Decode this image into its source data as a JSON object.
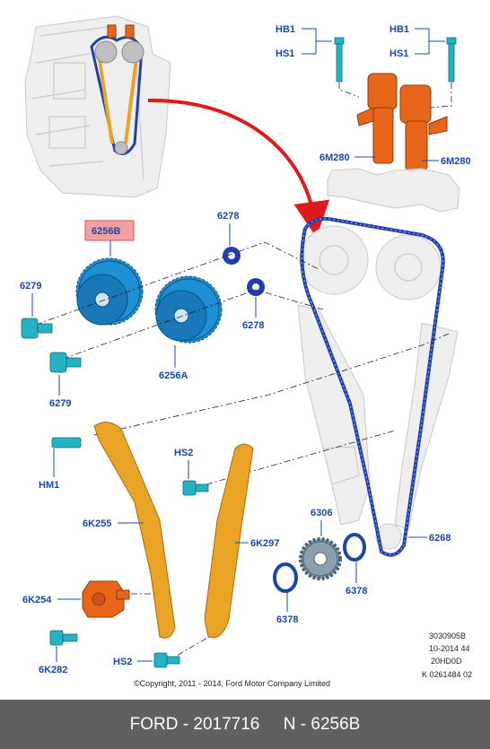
{
  "labels": {
    "hb1_left": "HB1",
    "hs1_left": "HS1",
    "hb1_right": "HB1",
    "hs1_right": "HS1",
    "6m280_left": "6M280",
    "6m280_right": "6M280",
    "6256b": "6256B",
    "6278_top": "6278",
    "6278_bottom": "6278",
    "6279_top": "6279",
    "6279_bottom": "6279",
    "6256a": "6256A",
    "hm1": "HM1",
    "hs2_top": "HS2",
    "hs2_bottom": "HS2",
    "6k255": "6K255",
    "6k297": "6K297",
    "6k254": "6K254",
    "6k282": "6K282",
    "6306": "6306",
    "6268": "6268",
    "6378_left": "6378",
    "6378_right": "6378"
  },
  "copyright": "©Copyright, 2011 - 2014, Ford Motor Company Limited",
  "codes": [
    "3030905B",
    "10-2014 44",
    "20HD0D",
    "K 0261484 02"
  ],
  "footer": {
    "brand_part": "FORD - 2017716",
    "ref": "N - 6256B"
  },
  "colors": {
    "label_blue": "#1a47a8",
    "highlight": "#f2a0a0",
    "chain": "#1f3fb0",
    "guide": "#e9a425",
    "gear": "#1f8fd4",
    "arrow": "#e01a1a",
    "footer_bg": "#5f5f5f"
  }
}
